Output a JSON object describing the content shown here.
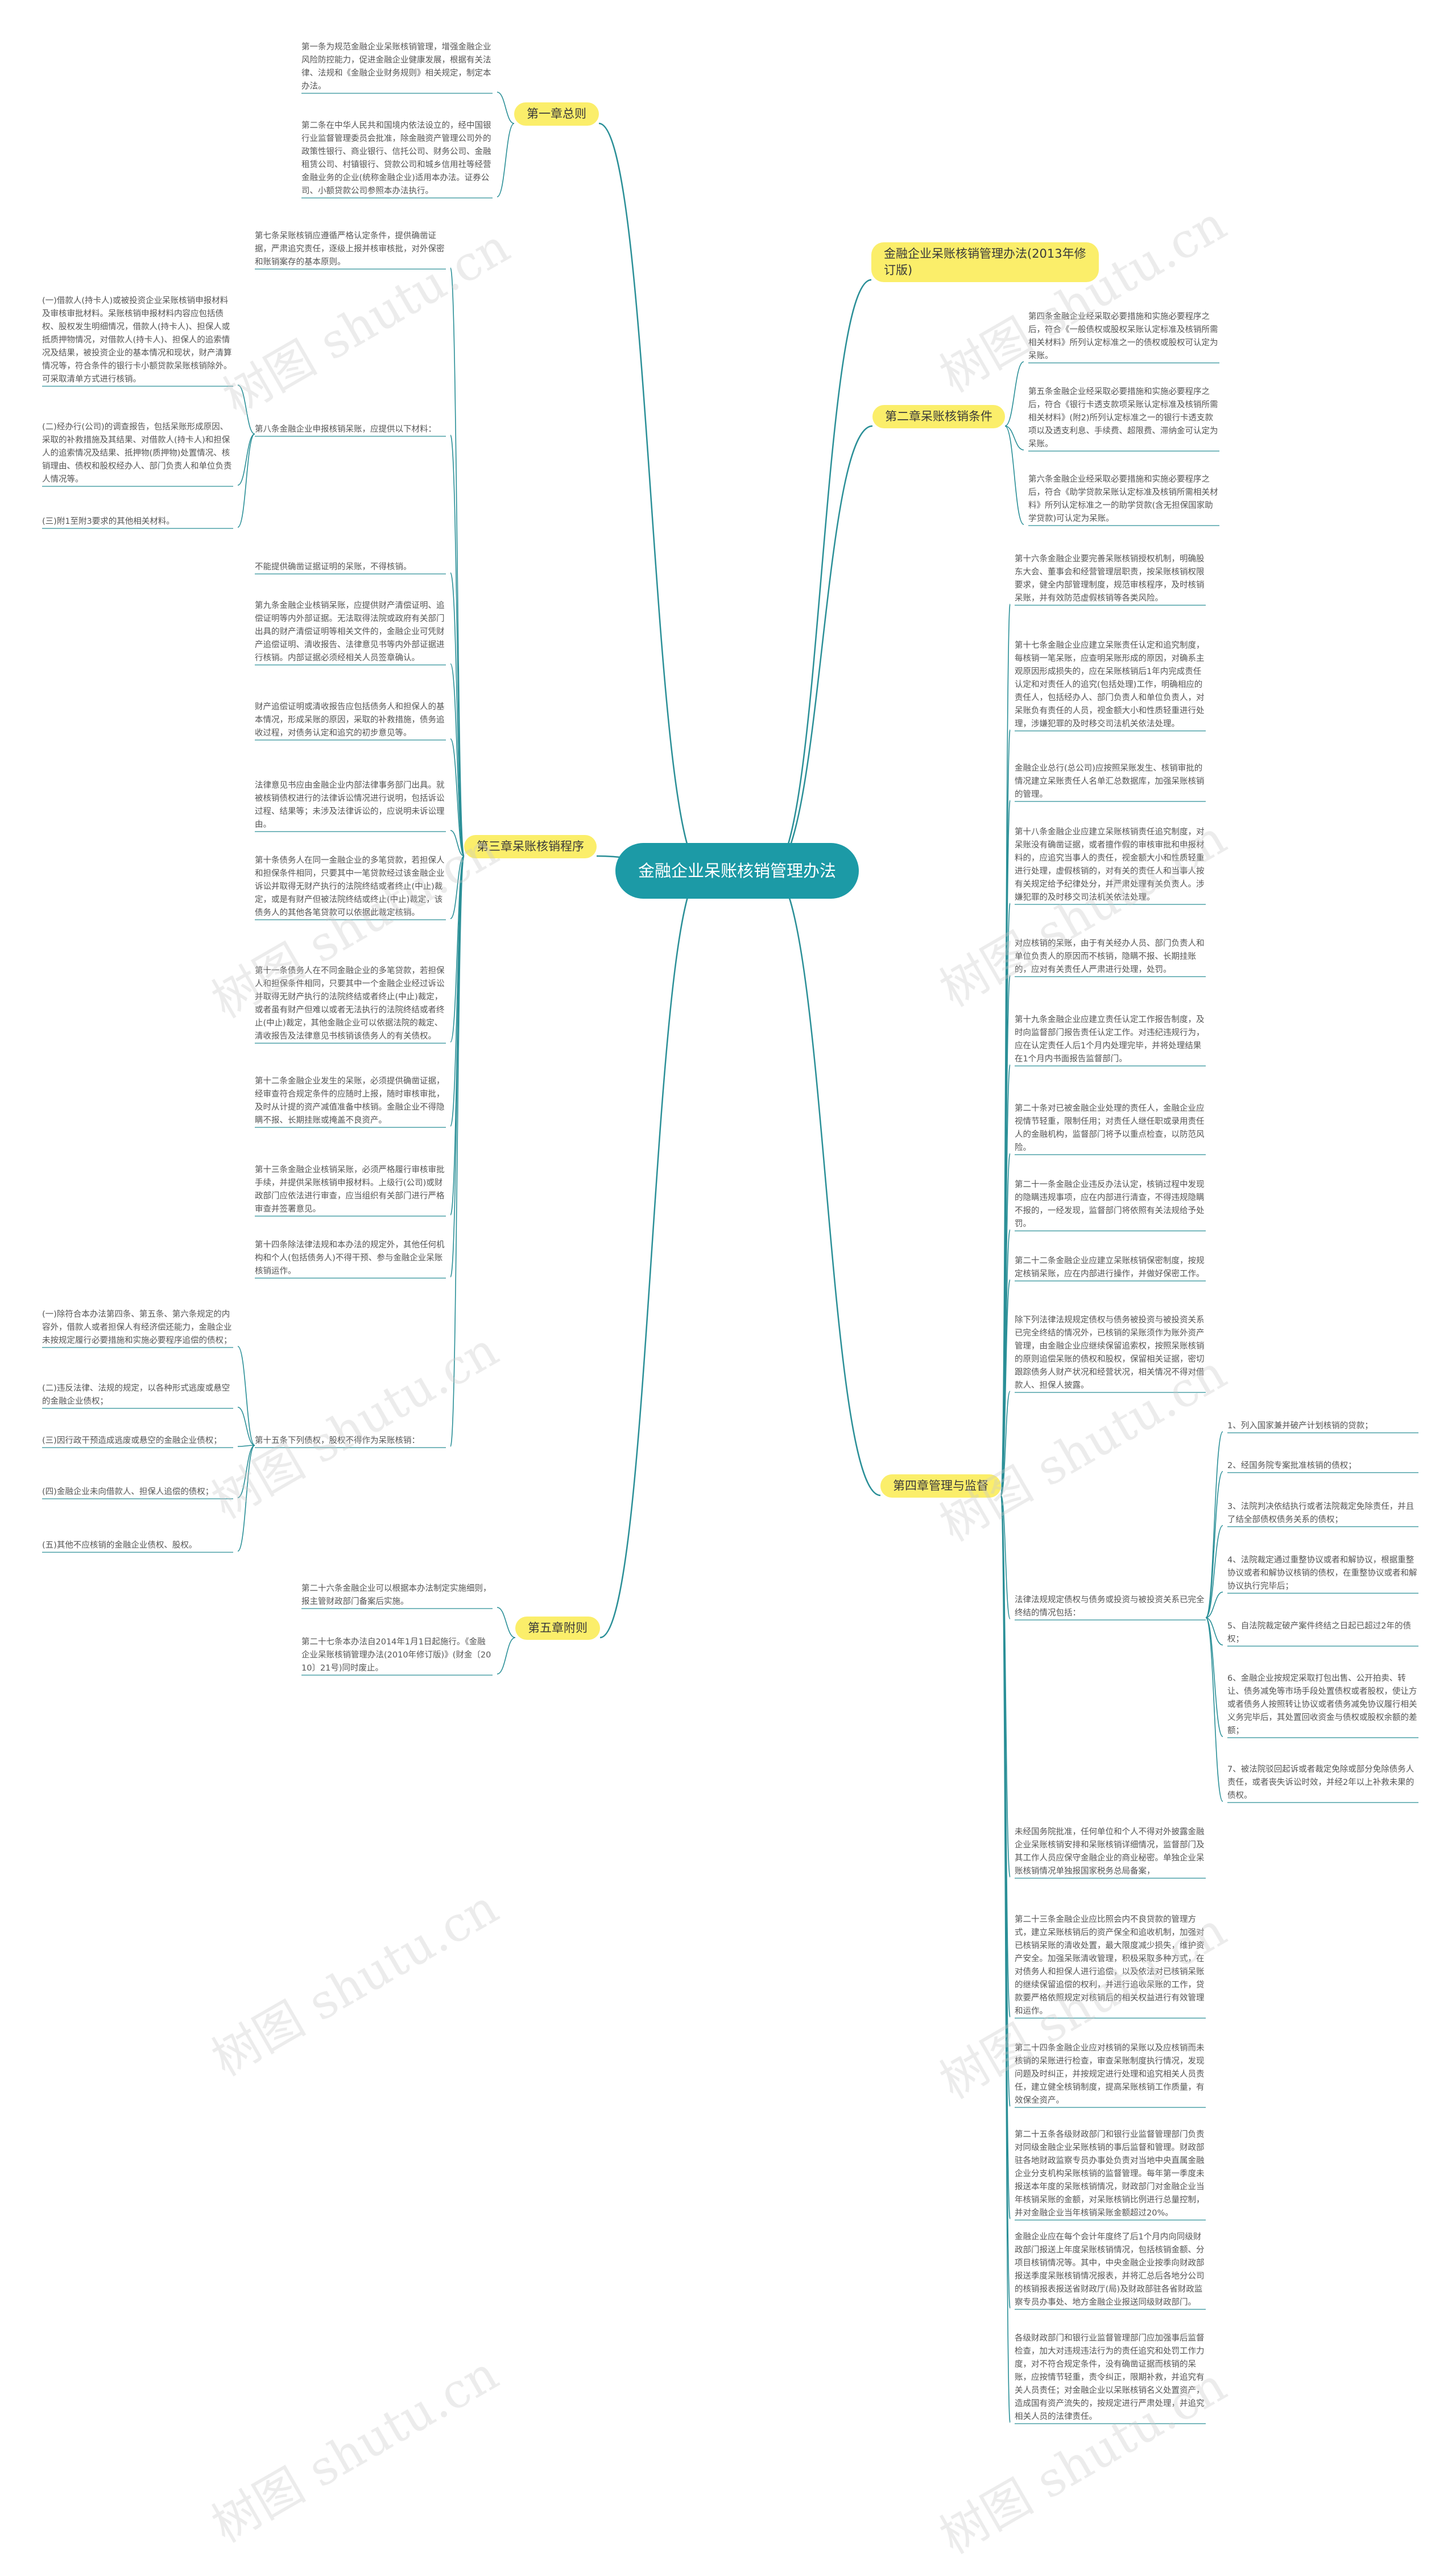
{
  "root": {
    "title": "金融企业呆账核销管理办法"
  },
  "branches": {
    "ch1": {
      "label": "第一章总则"
    },
    "doc": {
      "label": "金融企业呆账核销管理办法(2013年修订版)"
    },
    "ch2": {
      "label": "第二章呆账核销条件"
    },
    "ch3": {
      "label": "第三章呆账核销程序"
    },
    "ch4": {
      "label": "第四章管理与监督"
    },
    "ch5": {
      "label": "第五章附则"
    }
  },
  "ch1": [
    "第一条为规范金融企业呆账核销管理，增强金融企业风险防控能力，促进金融企业健康发展，根据有关法律、法规和《金融企业财务规则》相关规定，制定本办法。",
    "第二条在中华人民共和国境内依法设立的，经中国银行业监督管理委员会批准，除金融资产管理公司外的政策性银行、商业银行、信托公司、财务公司、金融租赁公司、村镇银行、贷款公司和城乡信用社等经营金融业务的企业(统称金融企业)适用本办法。证券公司、小额贷款公司参照本办法执行。"
  ],
  "ch2": [
    "第四条金融企业经采取必要措施和实施必要程序之后，符合《一般债权或股权呆账认定标准及核销所需相关材料》所列认定标准之一的债权或股权可认定为呆账。",
    "第五条金融企业经采取必要措施和实施必要程序之后，符合《银行卡透支款项呆账认定标准及核销所需相关材料》(附2)所列认定标准之一的银行卡透支款项以及透支利息、手续费、超限费、滞纳金可认定为呆账。",
    "第六条金融企业经采取必要措施和实施必要程序之后，符合《助学贷款呆账认定标准及核销所需相关材料》所列认定标准之一的助学贷款(含无担保国家助学贷款)可认定为呆账。"
  ],
  "ch3": {
    "art7": "第七条呆账核销应遵循严格认定条件，提供确凿证据，严肃追究责任，逐级上报并核审核批，对外保密和账销案存的基本原则。",
    "art8": "第八条金融企业申报核销呆账，应提供以下材料：",
    "art8_items": [
      "(一)借款人(持卡人)或被投资企业呆账核销申报材料及审核审批材料。呆账核销申报材料内容应包括债权、股权发生明细情况，借款人(持卡人)、担保人或抵质押物情况，对借款人(持卡人)、担保人的追索情况及结果，被投资企业的基本情况和现状，财产清算情况等，符合条件的银行卡小额贷款呆账核销除外。可采取清单方式进行核销。",
      "(二)经办行(公司)的调查报告，包括呆账形成原因、采取的补救措施及其结果、对借款人(持卡人)和担保人的追索情况及结果、抵押物(质押物)处置情况、核销理由、债权和股权经办人、部门负责人和单位负责人情况等。",
      "(三)附1至附3要求的其他相关材料。"
    ],
    "art_no_evidence": "不能提供确凿证据证明的呆账，不得核销。",
    "art9": "第九条金融企业核销呆账，应提供财产清偿证明、追偿证明等内外部证据。无法取得法院或政府有关部门出具的财产清偿证明等相关文件的，金融企业可凭财产追偿证明、清收报告、法律意见书等内外部证据进行核销。内部证据必须经相关人员签章确认。",
    "art_recovery": "财产追偿证明或清收报告应包括债务人和担保人的基本情况，形成呆账的原因，采取的补救措施，债务追收过程，对债务认定和追究的初步意见等。",
    "art_legal": "法律意见书应由金融企业内部法律事务部门出具。就被核销债权进行的法律诉讼情况进行说明，包括诉讼过程、结果等；未涉及法律诉讼的，应说明未诉讼理由。",
    "art10": "第十条债务人在同一金融企业的多笔贷款，若担保人和担保条件相同，只要其中一笔贷款经过该金融企业诉讼并取得无财产执行的法院终结或者终止(中止)裁定，或是有财产但被法院终结或终止(中止)裁定，该债务人的其他各笔贷款可以依据此裁定核销。",
    "art11": "第十一条债务人在不同金融企业的多笔贷款，若担保人和担保条件相同，只要其中一个金融企业经过诉讼并取得无财产执行的法院终结或者终止(中止)裁定，或者虽有财产但难以或者无法执行的法院终结或者终止(中止)裁定，其他金融企业可以依据法院的裁定、清收报告及法律意见书核销该债务人的有关债权。",
    "art12": "第十二条金融企业发生的呆账，必须提供确凿证据，经审查符合规定条件的应随时上报，随时审核审批，及时从计提的资产减值准备中核销。金融企业不得隐瞒不报、长期挂账或掩盖不良资产。",
    "art13": "第十三条金融企业核销呆账，必须严格履行审核审批手续，并提供呆账核销申报材料。上级行(公司)或财政部门应依法进行审查，应当组织有关部门进行严格审查并签署意见。",
    "art14": "第十四条除法律法规和本办法的规定外，其他任何机构和个人(包括债务人)不得干预、参与金融企业呆账核销运作。",
    "art15": "第十五条下列债权，股权不得作为呆账核销：",
    "art15_items": [
      "(一)除符合本办法第四条、第五条、第六条规定的内容外，借款人或者担保人有经济偿还能力，金融企业未按规定履行必要措施和实施必要程序追偿的债权；",
      "(二)违反法律、法规的规定，以各种形式逃废或悬空的金融企业债权；",
      "(三)因行政干预造成逃废或悬空的金融企业债权；",
      "(四)金融企业未向借款人、担保人追偿的债权；",
      "(五)其他不应核销的金融企业债权、股权。"
    ]
  },
  "ch5": [
    "第二十六条金融企业可以根据本办法制定实施细则，报主管财政部门备案后实施。",
    "第二十七条本办法自2014年1月1日起施行。《金融企业呆账核销管理办法(2010年修订版)》(财金〔2010〕21号)同时废止。"
  ],
  "ch4": {
    "items": [
      "第十六条金融企业要完善呆账核销授权机制，明确股东大会、董事会和经营管理层职责，按呆账核销权限要求，健全内部管理制度，规范审核程序，及时核销呆账，并有效防范虚假核销等各类风险。",
      "第十七条金融企业应建立呆账责任认定和追究制度，每核销一笔呆账，应查明呆账形成的原因，对确系主观原因形成损失的，应在呆账核销后1年内完成责任认定和对责任人的追究(包括处理)工作，明确相应的责任人，包括经办人、部门负责人和单位负责人，对呆账负有责任的人员，视金额大小和性质轻重进行处理，涉嫌犯罪的及时移交司法机关依法处理。",
      "金融企业总行(总公司)应按照呆账发生、核销审批的情况建立呆账责任人名单汇总数据库，加强呆账核销的管理。",
      "第十八条金融企业应建立呆账核销责任追究制度，对呆账没有确凿证据，或者擅作假的审核审批和申报材料的，应追究当事人的责任，视金额大小和性质轻重进行处理，虚假核销的，对有关的责任人和当事人按有关规定给予纪律处分，并严肃处理有关负责人。涉嫌犯罪的及时移交司法机关依法处理。",
      "对应核销的呆账，由于有关经办人员、部门负责人和单位负责人的原因而不核销，隐瞒不报、长期挂账的，应对有关责任人严肃进行处理，处罚。",
      "第十九条金融企业应建立责任认定工作报告制度，及时向监督部门报告责任认定工作。对违纪违规行为，应在认定责任人后1个月内处理完毕，并将处理结果在1个月内书面报告监督部门。",
      "第二十条对已被金融企业处理的责任人，金融企业应视情节轻重，限制任用；对责任人继任职或录用责任人的金融机构，监督部门将予以重点检查，以防范风险。",
      "第二十一条金融企业违反办法认定，核销过程中发现的隐瞒违规事项，应在内部进行清查，不得违规隐瞒不报的，一经发现，监督部门将依照有关法规给予处罚。",
      "第二十二条金融企业应建立呆账核销保密制度，按规定核销呆账，应在内部进行操作，并做好保密工作。",
      "除下列法律法规规定债权与债务被投资与被投资关系已完全终结的情况外，已核销的呆账须作为账外资产管理，由金融企业应继续保留追索权，按照呆账核销的原则追偿呆账的债权和股权，保留相关证据，密切跟踪债务人财产状况和经营状况，相关情况不得对借款人、担保人披露。"
    ],
    "sub_intro": "法律法规规定债权与债务或投资与被投资关系已完全终结的情况包括：",
    "sub_items": [
      "1、列入国家兼并破产计划核销的贷款；",
      "2、经国务院专案批准核销的债权；",
      "3、法院判决依结执行或者法院裁定免除责任，并且了结全部债权债务关系的债权；",
      "4、法院裁定通过重整协议或者和解协议，根据重整协议或者和解协议核销的债权，在重整协议或者和解协议执行完毕后；",
      "5、自法院裁定破产案件终结之日起已超过2年的债权；",
      "6、金融企业按规定采取打包出售、公开拍卖、转让、债务减免等市场手段处置债权或者股权，使让方或者债务人按照转让协议或者债务减免协议履行相关义务完毕后，其处置回收资金与债权或股权余额的差额；",
      "7、被法院驳回起诉或者裁定免除或部分免除债务人责任，或者丧失诉讼时效，并经2年以上补救未果的债权。"
    ],
    "later": [
      "未经国务院批准，任何单位和个人不得对外披露金融企业呆账核销安排和呆账核销详细情况，监督部门及其工作人员应保守金融企业的商业秘密。单独企业呆账核销情况单独报国家税务总局备案，",
      "第二十三条金融企业应比照会内不良贷款的管理方式，建立呆账核销后的资产保全和追收机制，加强对已核销呆账的清收处置，最大限度减少损失，维护资产安全。加强呆账清收管理，积极采取多种方式，在对债务人和担保人进行追偿，以及依法对已核销呆账的继续保留追偿的权利，并进行追收呆账的工作，贷款要严格依照规定对核销后的相关权益进行有效管理和运作。",
      "第二十四条金融企业应对核销的呆账以及应核销而未核销的呆账进行检查，审查呆账制度执行情况，发现问题及时纠正，并按规定进行处理和追究相关人员责任，建立健全核销制度，提高呆账核销工作质量，有效保全资产。",
      "第二十五条各级财政部门和银行业监督管理部门负责对同级金融企业呆账核销的事后监督和管理。财政部驻各地财政监察专员办事处负责对当地中央直属金融企业分支机构呆账核销的监督管理。每年第一季度未报送本年度的呆账核销情况，财政部门对金融企业当年核销呆账的金额，对呆账核销比例进行总量控制，并对金融企业当年核销呆账金额超过20%。",
      "金融企业应在每个会计年度终了后1个月内向同级财政部门报送上年度呆账核销情况，包括核销金额、分项目核销情况等。其中，中央金融企业按季向财政部报送季度呆账核销情况报表，并将汇总后各地分公司的核销报表报送省财政厅(局)及财政部驻各省财政监察专员办事处、地方金融企业报送同级财政部门。",
      "各级财政部门和银行业监督管理部门应加强事后监督检查，加大对违规违法行为的责任追究和处罚工作力度，对不符合规定条件，没有确凿证据而核销的呆账，应按情节轻重，责令纠正，限期补救，并追究有关人员责任；对金融企业以呆账核销名义处置资产，造成国有资产流失的，按规定进行严肃处理，并追究相关人员的法律责任。"
    ]
  },
  "watermark": "树图 shutu.cn",
  "colors": {
    "root_bg": "#1c9aa6",
    "branch_bg": "#fbee6a",
    "line": "#2a8f97",
    "leaf_text": "#555555"
  }
}
